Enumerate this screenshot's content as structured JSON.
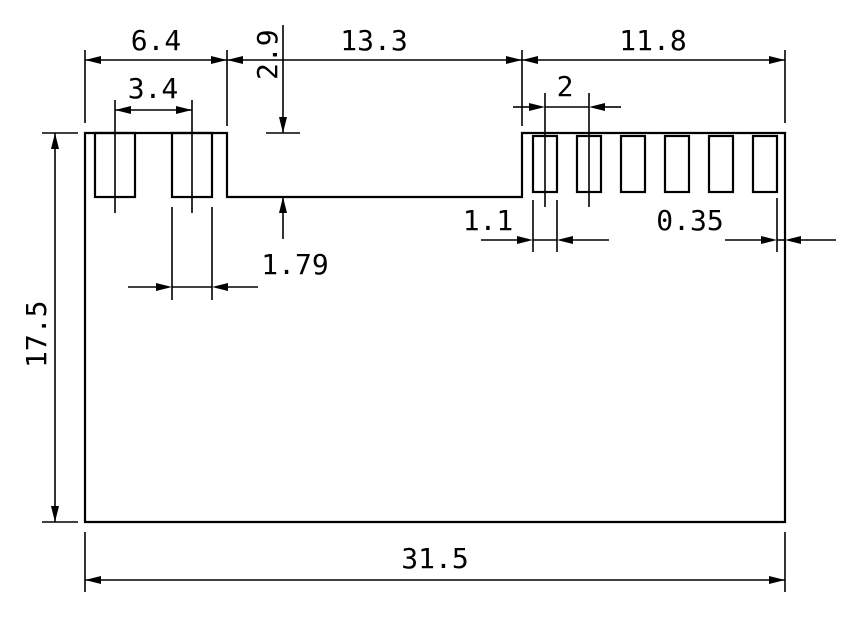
{
  "drawing": {
    "type": "technical-dimension-drawing",
    "colors": {
      "line": "#000000",
      "background": "#ffffff"
    },
    "dimensions": {
      "left_section_width": "6.4",
      "recess_depth": "2.9",
      "recess_width": "13.3",
      "right_section_width": "11.8",
      "left_pad_pitch": "3.4",
      "left_pad_width": "1.79",
      "right_pad_pitch": "2",
      "right_pad_width": "1.1",
      "right_edge_gap": "0.35",
      "part_height": "17.5",
      "part_total_width": "31.5"
    }
  }
}
